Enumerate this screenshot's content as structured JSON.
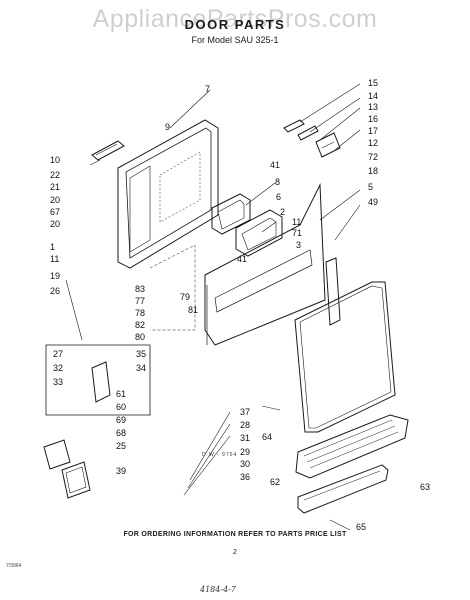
{
  "watermark": "AppliancePartsPros.com",
  "title": "DOOR PARTS",
  "subtitle": "For Model SAU 325-1",
  "footer": "FOR ORDERING INFORMATION REFER TO PARTS PRICE LIST",
  "page_number": "2",
  "code_left": "7/3964",
  "drawing_number": "D W - 9764",
  "handwritten": "4184-4-7",
  "labels": [
    "7",
    "9",
    "10",
    "22",
    "21",
    "20",
    "67",
    "20",
    "1",
    "11",
    "19",
    "26",
    "83",
    "77",
    "78",
    "82",
    "80",
    "79",
    "81",
    "27",
    "35",
    "32",
    "34",
    "33",
    "61",
    "60",
    "69",
    "68",
    "25",
    "39",
    "15",
    "14",
    "13",
    "16",
    "17",
    "12",
    "72",
    "18",
    "5",
    "49",
    "41",
    "8",
    "6",
    "2",
    "11",
    "71",
    "3",
    "41",
    "37",
    "28",
    "31",
    "29",
    "30",
    "36",
    "64",
    "62",
    "63",
    "65"
  ]
}
